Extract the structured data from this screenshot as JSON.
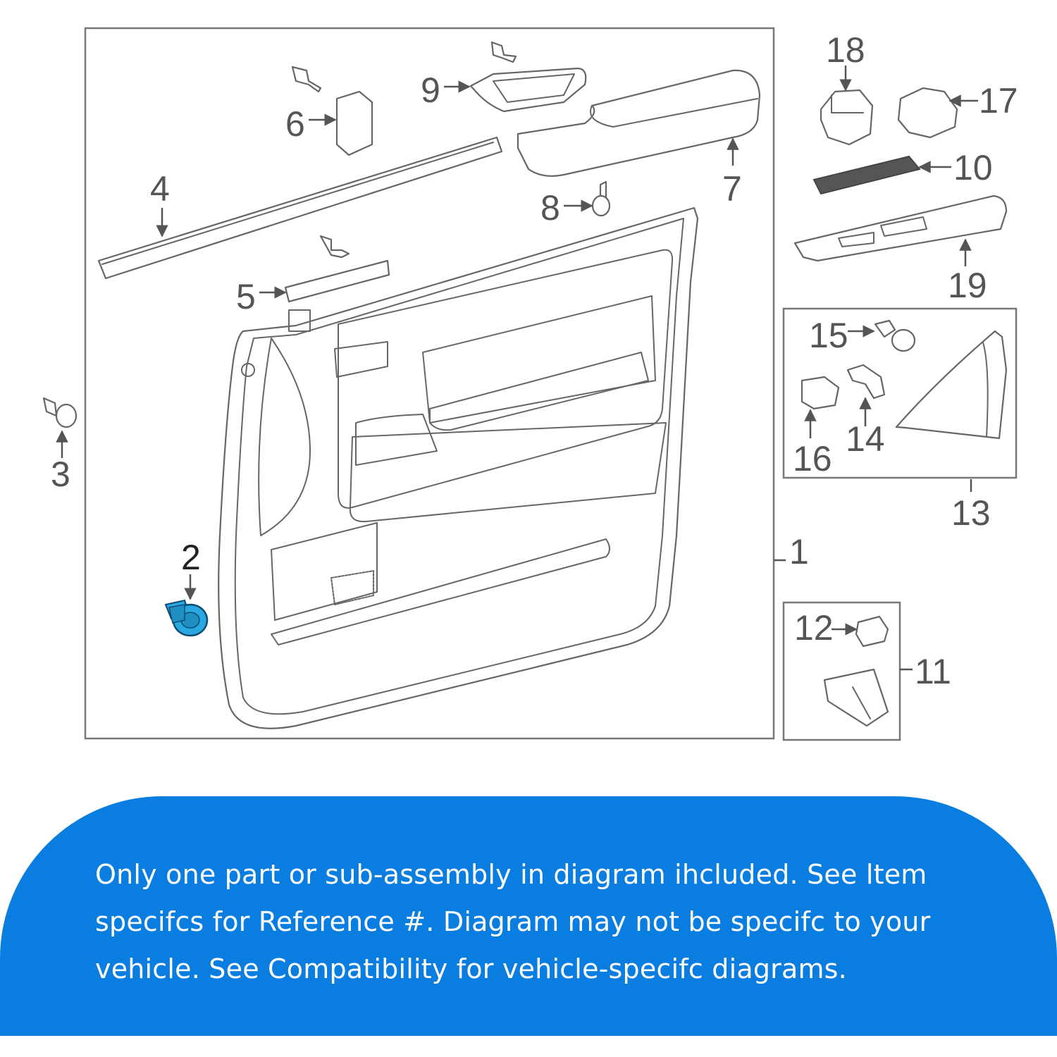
{
  "diagram": {
    "callouts": {
      "c1": "1",
      "c2": "2",
      "c3": "3",
      "c4": "4",
      "c5": "5",
      "c6": "6",
      "c7": "7",
      "c8": "8",
      "c9": "9",
      "c10": "10",
      "c11": "11",
      "c12": "12",
      "c13": "13",
      "c14": "14",
      "c15": "15",
      "c16": "16",
      "c17": "17",
      "c18": "18",
      "c19": "19"
    },
    "highlight_part": "2",
    "colors": {
      "line": "#666666",
      "highlight": "#29a7e1",
      "banner": "#0a7de0"
    }
  },
  "notice": {
    "text": "Only one part or sub-assembly in diagram ihcluded. See ltem specifcs for Reference #. Diagram may not be specifc to your vehicle. See Compatibility for vehicle-specifc diagrams."
  }
}
